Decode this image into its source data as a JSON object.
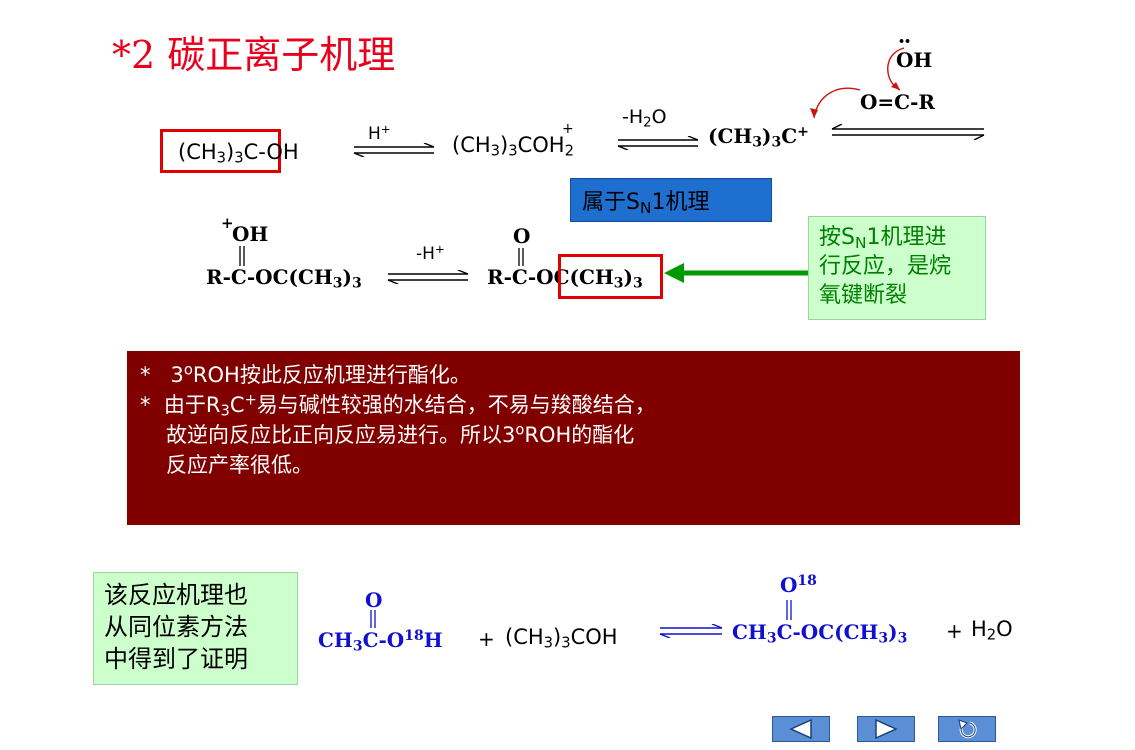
{
  "title": "*2   碳正离子机理",
  "reaction1": {
    "reactant_main": "(CH",
    "reactant_sub": "3",
    "reactant_rest": ")",
    "reactant_sub2": "3",
    "reactant_tail": "C-OH",
    "cond1": "H",
    "cond1_sup": "+",
    "intermediate1": "(CH",
    "intermediate1_sub": "3",
    "intermediate1_mid": ")",
    "intermediate1_sub2": "3",
    "intermediate1_tail": "COH",
    "intermediate1_sub3": "2",
    "intermediate1_charge": "+",
    "cond2": "-H",
    "cond2_sub": "2",
    "cond2_tail": "O",
    "carbocation": "(CH",
    "carbocation_sub": "3",
    "carbocation_mid": ")",
    "carbocation_sub2": "3",
    "carbocation_tail": "C",
    "carbocation_sup": "+",
    "acid_oh": "OH",
    "acid_dots": "••",
    "acid_chain": "O=C-R"
  },
  "sn1_label": {
    "prefix": "属于S",
    "sub": "N",
    "suffix": "1机理"
  },
  "reaction2": {
    "plus_sign": "+",
    "oh": "OH",
    "left_chain": "R-C-OC(CH",
    "left_sub": "3",
    "left_tail": ")",
    "left_sub2": "3",
    "cond": "-H",
    "cond_sup": "+",
    "o": "O",
    "product_a": "R-C-O",
    "product_b": "C(CH",
    "product_sub": "3",
    "product_tail": ")",
    "product_sub2": "3"
  },
  "note": {
    "prefix": "按S",
    "sub": "N",
    "line1_rest": "1机理进",
    "line2": "行反应，是烷",
    "line3": "氧键断裂"
  },
  "panel": {
    "star1": "*",
    "line1_pre": "3",
    "line1_sup": "o",
    "line1_rest": "ROH按此反应机理进行酯化。",
    "star2": "*",
    "line2_pre": "由于R",
    "line2_sub": "3",
    "line2_mid": "C",
    "line2_sup": "+",
    "line2_rest": "易与碱性较强的水结合，不易与羧酸结合，",
    "line3_pre": "故逆向反应比正向反应易进行。所以3",
    "line3_sup": "o",
    "line3_rest": "ROH的酯化",
    "line4": "反应产率很低。"
  },
  "isotope_note": {
    "line1": "该反应机理也",
    "line2": "从同位素方法",
    "line3": "中得到了证明"
  },
  "reaction3": {
    "acid_o": "O",
    "acid_a": "CH",
    "acid_sub": "3",
    "acid_b": "C-O",
    "acid_sup": "18",
    "acid_c": "H",
    "plus1": "+",
    "alc_a": "(CH",
    "alc_sub": "3",
    "alc_b": ")",
    "alc_sub2": "3",
    "alc_c": "COH",
    "ester_o": "O",
    "ester_sup": "18",
    "ester_a": "CH",
    "ester_sub": "3",
    "ester_b": "C-OC(CH",
    "ester_sub2": "3",
    "ester_c": ")",
    "ester_sub3": "3",
    "plus2": "+",
    "water_a": "H",
    "water_sub": "2",
    "water_b": "O"
  },
  "nav": {
    "prev_icon": "triangle-left-icon",
    "next_icon": "triangle-right-icon",
    "return_icon": "return-arrow-icon"
  },
  "colors": {
    "title": "#e8001c",
    "panel_bg": "#800000",
    "note_bg": "#ccffcc",
    "note_text": "#008000",
    "sn1_bg": "#1f6fd0",
    "highlight_box": "#e00000",
    "isotope_blue": "#1010d0",
    "arrow_green": "#009900"
  }
}
